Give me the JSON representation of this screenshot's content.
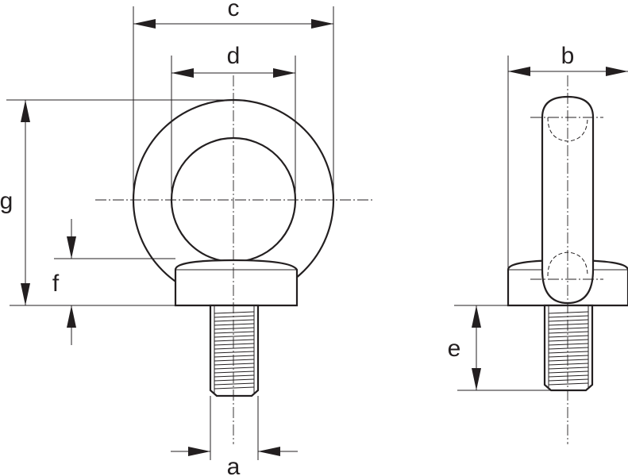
{
  "diagram": {
    "labels": {
      "a": "a",
      "b": "b",
      "c": "c",
      "d": "d",
      "e": "e",
      "f": "f",
      "g": "g"
    },
    "line_color": "#231f20",
    "background": "#ffffff"
  }
}
